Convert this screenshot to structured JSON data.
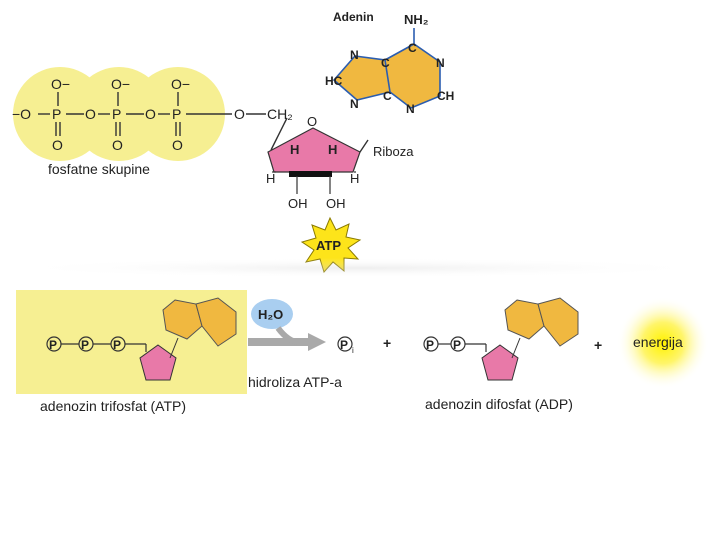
{
  "top_structure": {
    "phosphate_labels": {
      "o_minus": "O−",
      "o_minus_left": "−O",
      "p": "P",
      "o": "O",
      "ch2": "CH₂"
    },
    "phosphate_groups_caption": "fosfatne skupine",
    "adenine_label": "Adenin",
    "nh2": "NH₂",
    "ring_atoms": {
      "n": "N",
      "c": "C",
      "hc": "HC",
      "ch": "CH"
    },
    "ribose_label": "Riboza",
    "ribose_atoms": {
      "o": "O",
      "h": "H",
      "oh": "OH"
    },
    "atp_badge": "ATP"
  },
  "reaction": {
    "atp_phosphates": [
      "P",
      "P",
      "P"
    ],
    "water_label": "H₂O",
    "pi_label": "P",
    "pi_subscript": "i",
    "plus": "+",
    "adp_phosphates": [
      "P",
      "P"
    ],
    "energy_label": "energija",
    "hydrolysis_label": "hidroliza ATP-a",
    "atp_caption": "adenozin trifosfat (ATP)",
    "adp_caption": "adenozin difosfat (ADP)"
  },
  "colors": {
    "phosphate_yellow": "#f6ef92",
    "ribose_pink": "#e879a8",
    "adenine_orange": "#f0b840",
    "ring_blue": "#2b5db0",
    "energy_glow": "#fff200",
    "arrow_gray": "#a9a9a9",
    "water_bubble": "#a9cef0"
  }
}
